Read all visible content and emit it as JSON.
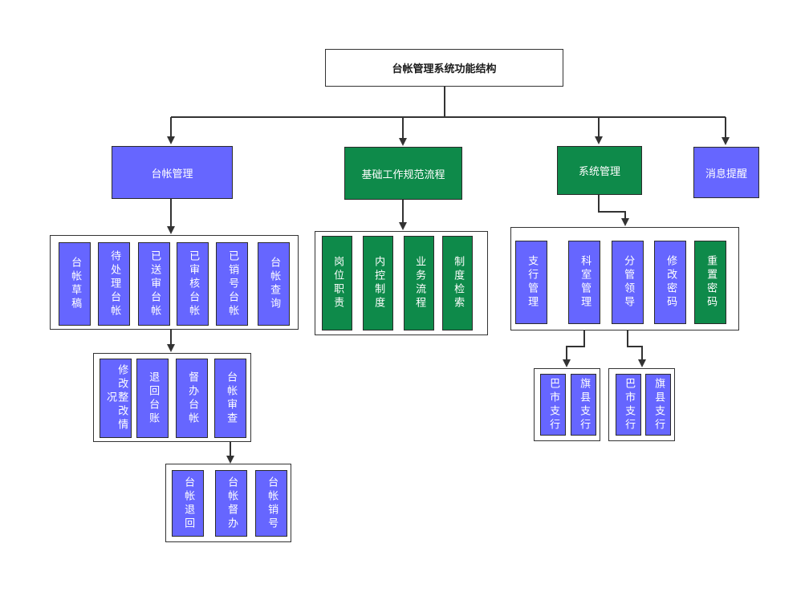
{
  "title": "台帐管理系统功能结构",
  "modules": {
    "ledger": "台帐管理",
    "workflow": "基础工作规范流程",
    "system": "系统管理",
    "message": "消息提醒"
  },
  "ledger_items": [
    "台帐草稿",
    "待处理台帐",
    "已送审台帐",
    "已审核台帐",
    "已销号台帐",
    "台帐查询"
  ],
  "ledger_pending_items": [
    "修改整改情况",
    "退回台账",
    "督办台帐",
    "台帐审查"
  ],
  "ledger_review_items": [
    "台帐退回",
    "台帐督办",
    "台帐销号"
  ],
  "workflow_items": [
    "岗位职责",
    "内控制度",
    "业务流程",
    "制度检索"
  ],
  "system_items": [
    "支行管理",
    "科室管理",
    "分管领导",
    "修改密码",
    "重置密码"
  ],
  "dept_items": [
    "巴市支行",
    "旗县支行"
  ],
  "leader_items": [
    "巴市支行",
    "旗县支行"
  ],
  "colors": {
    "blue": "#6666ff",
    "green": "#0e8a4a"
  }
}
